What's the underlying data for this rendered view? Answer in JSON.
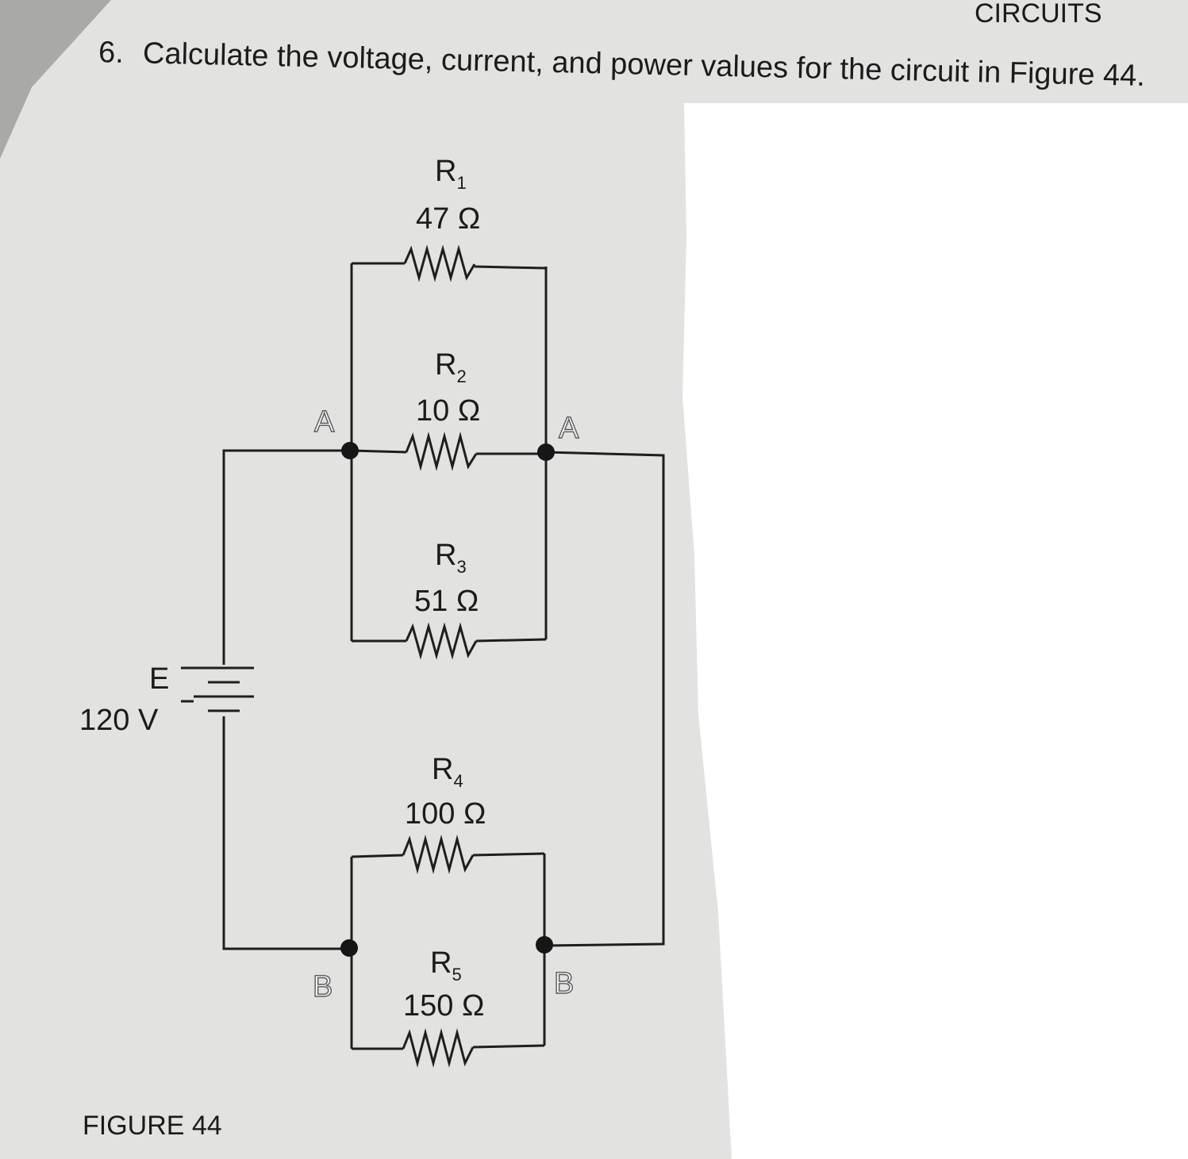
{
  "header": {
    "running_head": "CIRCUITS"
  },
  "question": {
    "number": "6.",
    "text": "Calculate the voltage, current, and power values for the circuit in Figure 44."
  },
  "figure": {
    "caption": "FIGURE 44",
    "source": {
      "symbol": "E",
      "value": "120 V"
    },
    "resistors": [
      {
        "name": "R",
        "sub": "1",
        "value": "47 Ω"
      },
      {
        "name": "R",
        "sub": "2",
        "value": "10 Ω"
      },
      {
        "name": "R",
        "sub": "3",
        "value": "51 Ω"
      },
      {
        "name": "R",
        "sub": "4",
        "value": "100 Ω"
      },
      {
        "name": "R",
        "sub": "5",
        "value": "150 Ω"
      }
    ],
    "nodes": {
      "a_left": "A",
      "a_right": "A",
      "b_left": "B",
      "b_right": "B"
    }
  },
  "colors": {
    "paper": "#e2e2e0",
    "ink": "#1b1b1b",
    "redaction": "#ffffff"
  }
}
